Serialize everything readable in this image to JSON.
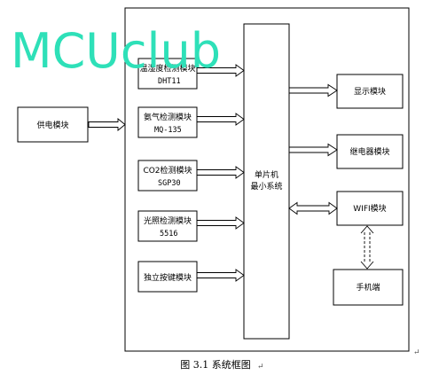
{
  "watermark": "MCUclub",
  "power": {
    "label": "供电模块"
  },
  "sensors": {
    "temp": {
      "line1": "温湿度检测模块",
      "line2": "DHT11"
    },
    "gas": {
      "line1": "氨气检测模块",
      "line2": "MQ-135"
    },
    "co2": {
      "line1": "CO2检测模块",
      "line2": "SGP30"
    },
    "light": {
      "line1": "光照检测模块",
      "line2": "5516"
    },
    "keys": {
      "line1": "独立按键模块"
    }
  },
  "mcu": {
    "line1": "单片机",
    "line2": "最小系统"
  },
  "outputs": {
    "display": "显示模块",
    "relay": "继电器模块",
    "wifi": "WIFI模块",
    "phone": "手机端"
  },
  "caption": "图 3.1 系统框图",
  "marks": {
    "caption_end": "↵",
    "frame_corner": "↵"
  }
}
